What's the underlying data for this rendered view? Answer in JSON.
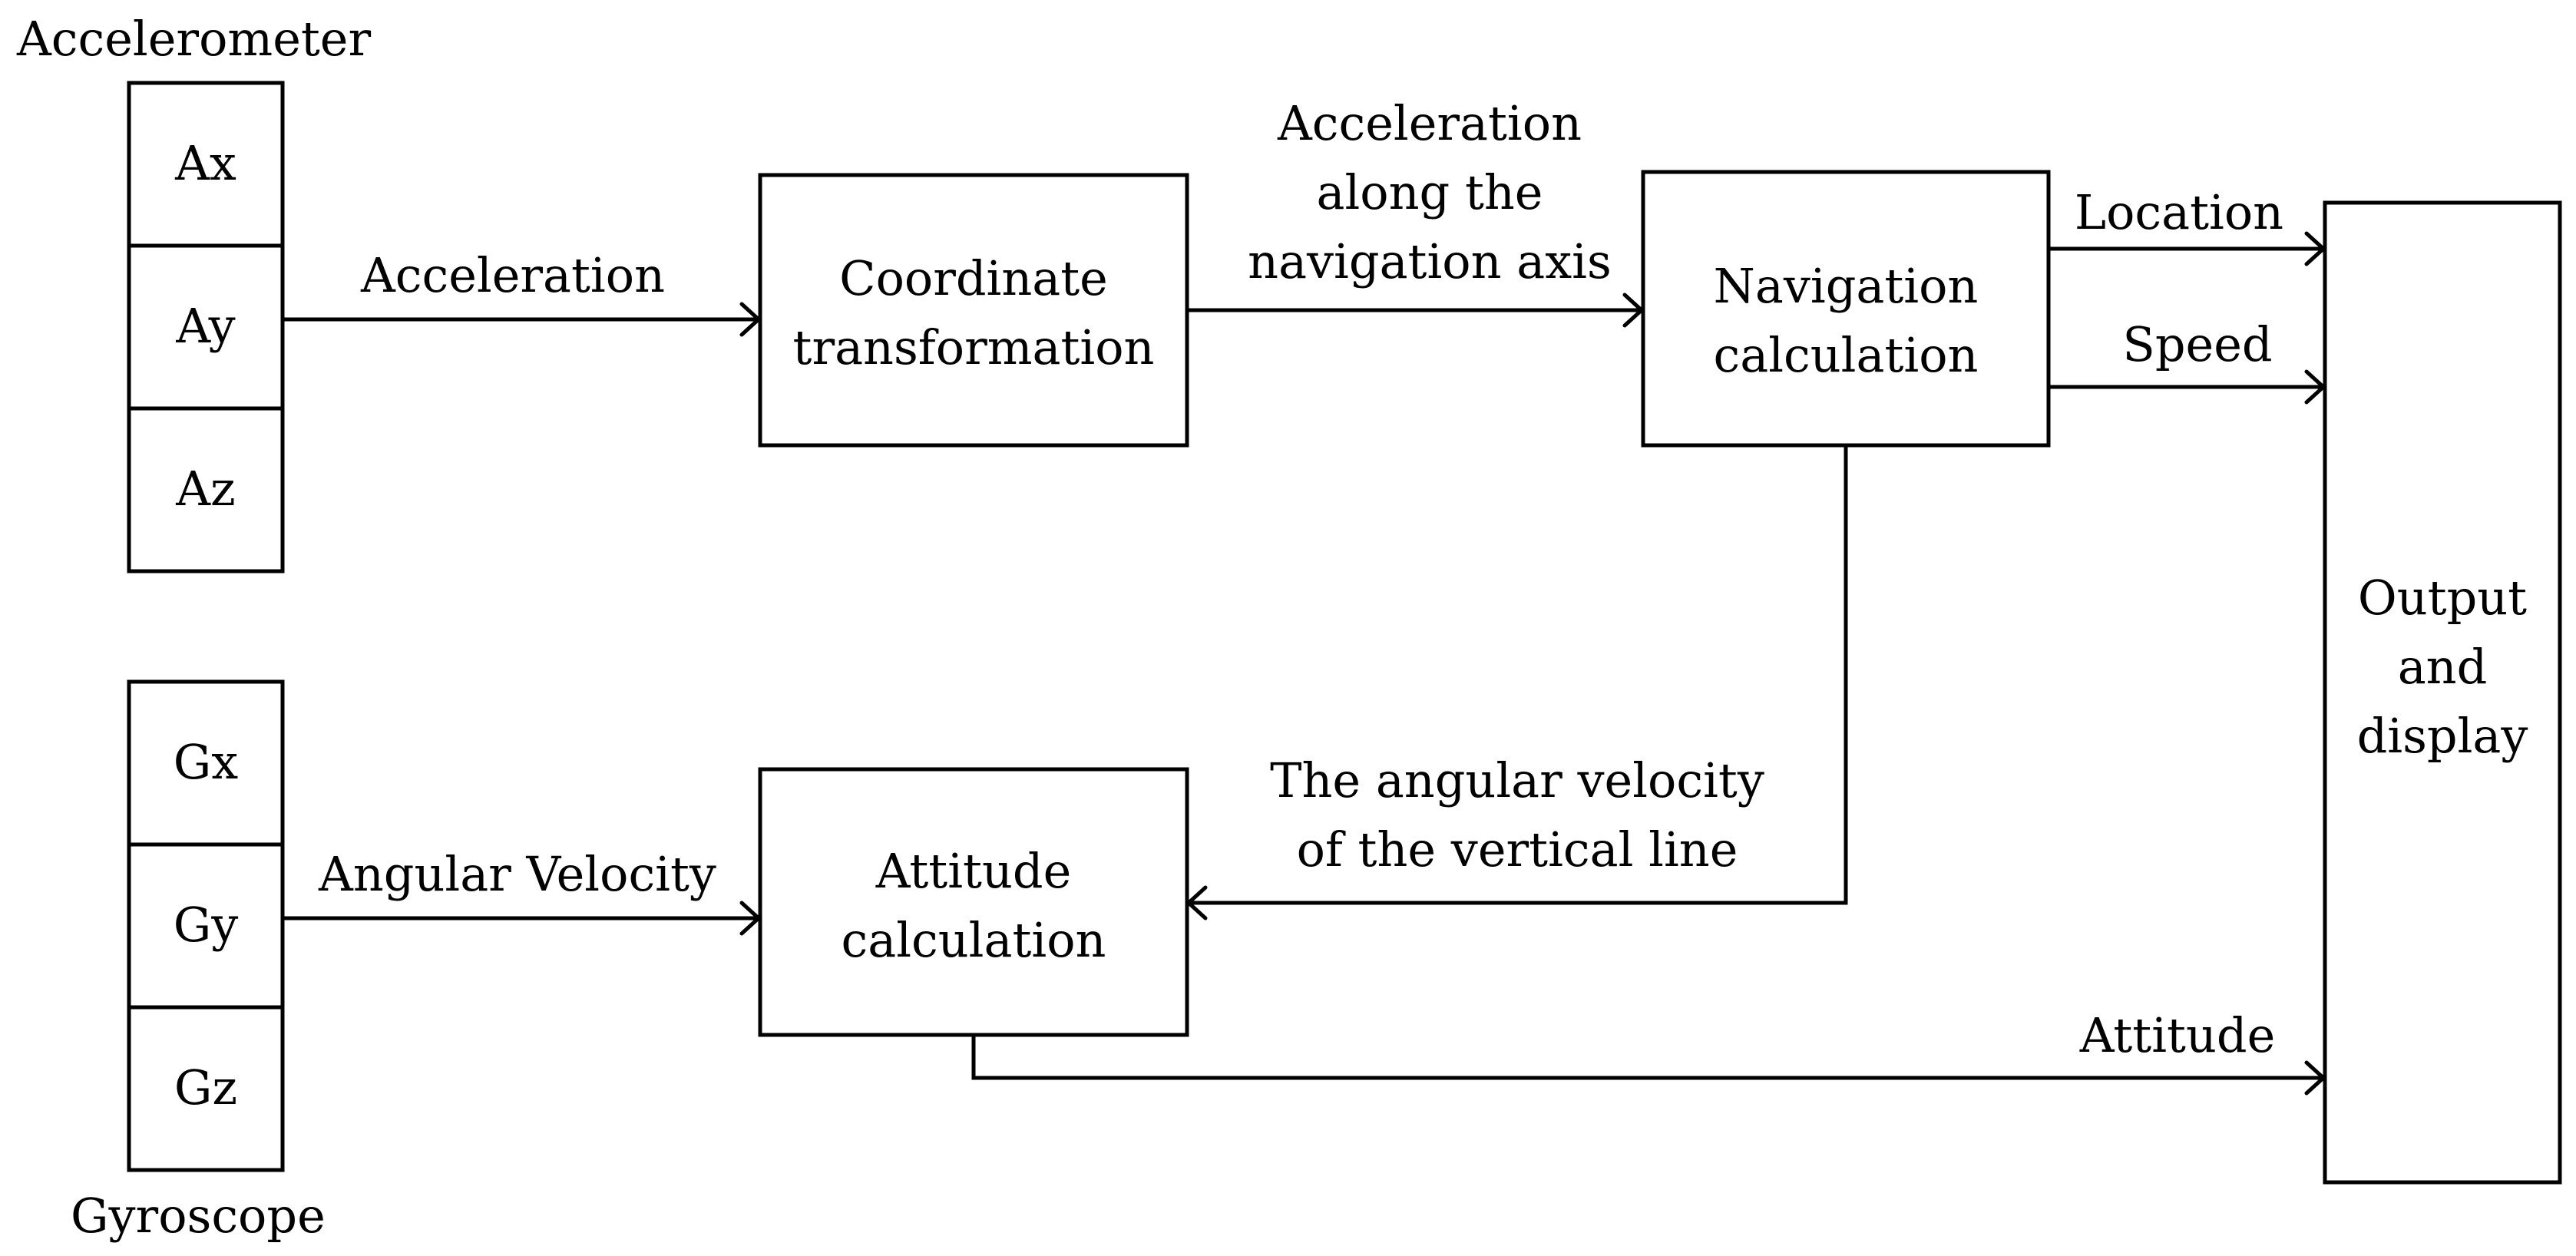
{
  "sensors": {
    "accelerometer": {
      "title": "Accelerometer",
      "cells": [
        "Ax",
        "Ay",
        "Az"
      ]
    },
    "gyroscope": {
      "title": "Gyroscope",
      "cells": [
        "Gx",
        "Gy",
        "Gz"
      ]
    }
  },
  "blocks": {
    "coordinate_transformation": [
      "Coordinate",
      "transformation"
    ],
    "navigation_calculation": [
      "Navigation",
      "calculation"
    ],
    "attitude_calculation": [
      "Attitude",
      "calculation"
    ],
    "output_display": [
      "Output",
      "and",
      "display"
    ]
  },
  "edges": {
    "acceleration": "Acceleration",
    "nav_axis_acceleration": [
      "Acceleration",
      "along the",
      "navigation axis"
    ],
    "location": "Location",
    "speed": "Speed",
    "angular_velocity": "Angular Velocity",
    "vertical_angular_velocity": [
      "The angular velocity",
      "of the vertical line"
    ],
    "attitude": "Attitude"
  }
}
